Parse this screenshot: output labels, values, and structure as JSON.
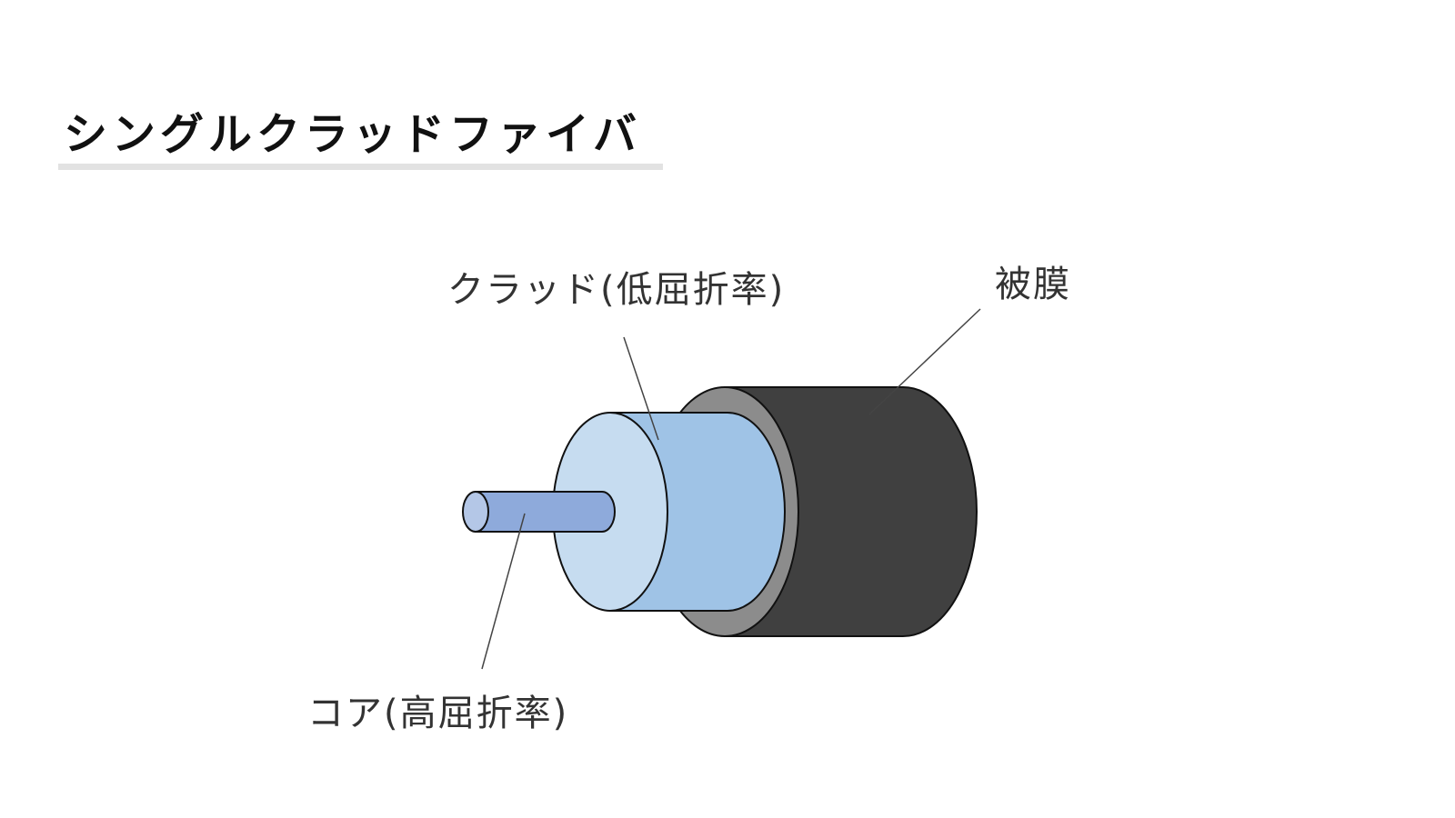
{
  "title": "シングルクラッドファイバ",
  "labels": {
    "cladding": "クラッド(低屈折率)",
    "coating": "被膜",
    "core": "コア(高屈折率)"
  },
  "colors": {
    "coating_body": "#404040",
    "coating_ring": "#8c8c8c",
    "cladding_side": "#9fc3e6",
    "cladding_face": "#c6dcf0",
    "core_side": "#8eaadb",
    "core_face": "#b4c7e7",
    "outline": "#111111",
    "leader_line": "#444444",
    "underline": "#e2e2e2"
  }
}
